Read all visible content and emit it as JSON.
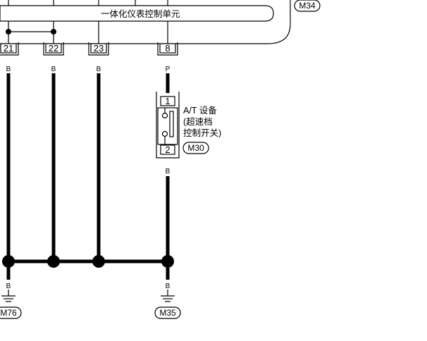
{
  "ecu": {
    "title": "一体化仪表控制单元",
    "connector": "M34",
    "pins": [
      "21",
      "22",
      "23",
      "8"
    ],
    "wire_colors": [
      "B",
      "B",
      "B",
      "P"
    ]
  },
  "switch": {
    "label_lines": [
      "A/T 设备",
      "(超速档",
      "控制开关)"
    ],
    "connector": "M30",
    "pin_top": "1",
    "pin_bottom": "2",
    "wire_color_out": "B"
  },
  "grounds": [
    {
      "wire_color": "B",
      "connector": "M76"
    },
    {
      "wire_color": "B",
      "connector": "M35"
    }
  ],
  "colors": {
    "line": "#000000",
    "background": "#ffffff"
  }
}
